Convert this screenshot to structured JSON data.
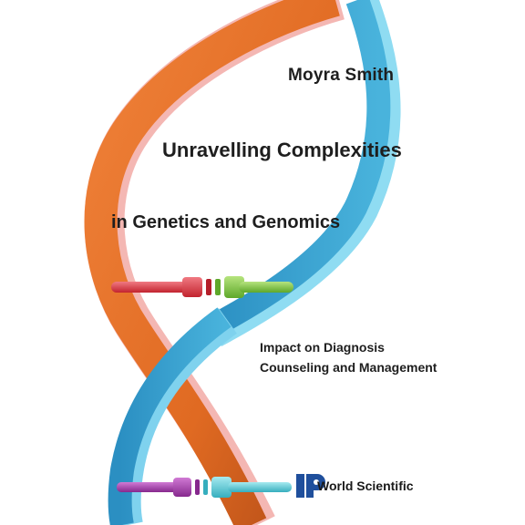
{
  "cover": {
    "author": "Moyra Smith",
    "title_line1": "Unravelling Complexities",
    "title_line2": "in Genetics and Genomics",
    "subtitle_line1": "Impact on Diagnosis",
    "subtitle_line2": "Counseling and Management",
    "publisher": "World Scientific"
  },
  "colors": {
    "orange_ribbon": "#e8742a",
    "orange_dark": "#b8521a",
    "blue_ribbon": "#3aa3d1",
    "blue_light": "#7fd2ee",
    "pink_edge": "#f2b4b4",
    "base_red": "#d9343f",
    "base_green": "#7cc843",
    "base_purple": "#a23fa8",
    "base_cyan": "#55c9d6",
    "publisher_blue": "#1f4f9c"
  },
  "icons": [
    "world-scientific-logo"
  ]
}
